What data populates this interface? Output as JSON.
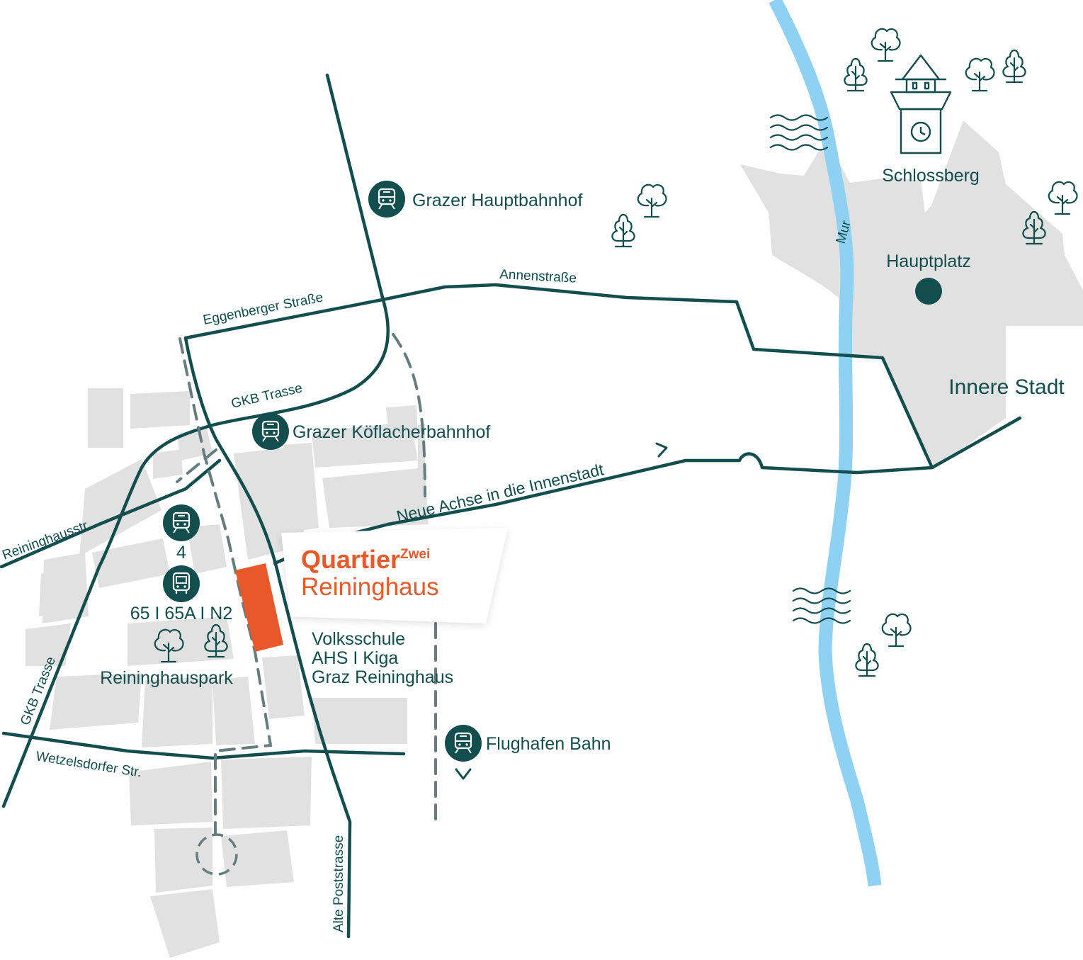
{
  "colors": {
    "road": "#134e4e",
    "river": "#8ed1f3",
    "district": "#e1e1e1",
    "dashed": "#667d80",
    "site": "#e8582b",
    "brand": "#e65a2a",
    "white": "#ffffff"
  },
  "brand": {
    "word1": "Quartier",
    "superscript": "Zwei",
    "word2": "Reininghaus"
  },
  "places": {
    "schlossberg": "Schlossberg",
    "hauptplatz": "Hauptplatz",
    "innere_stadt": "Innere Stadt",
    "river": "Mur",
    "park": "Reininghauspark",
    "school_line1": "Volksschule",
    "school_line2": "AHS I Kiga",
    "school_line3": "Graz Reininghaus"
  },
  "stations": {
    "hauptbahnhof": "Grazer Hauptbahnhof",
    "koeflacherbahnhof": "Grazer Köflacherbahnhof",
    "flughafen": "Flughafen Bahn",
    "tram_line": "4",
    "bus_lines": "65 I 65A I N2"
  },
  "streets": {
    "annenstrasse": "Annenstraße",
    "eggenberger": "Eggenberger Straße",
    "gkb_top": "GKB Trasse",
    "gkb_left": "GKB Trasse",
    "neue_achse": "Neue Achse in die Innenstadt",
    "reininghausstr": "Reininghausstr.",
    "wetzelsdorfer": "Wetzelsdorfer Str.",
    "alte_poststrasse": "Alte Poststrasse"
  },
  "icons": [
    "train-icon",
    "tram-icon",
    "bus-icon",
    "tree-icon",
    "clock-tower-icon",
    "water-waves-icon",
    "chevron-icon"
  ]
}
